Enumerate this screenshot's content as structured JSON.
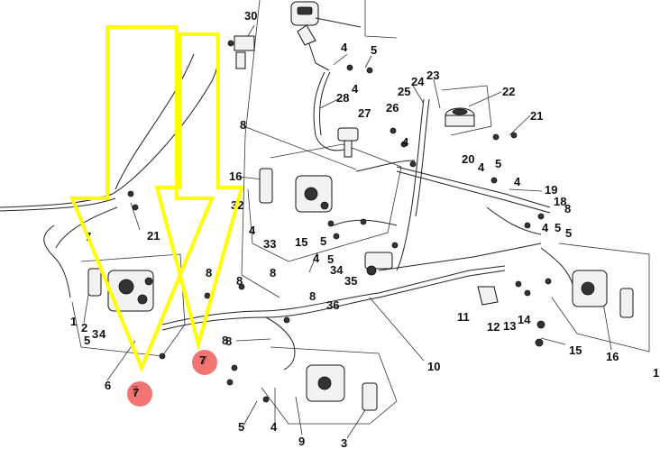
{
  "diagram": {
    "labels": [
      {
        "id": "l30",
        "text": "30"
      },
      {
        "id": "l4a",
        "text": "4"
      },
      {
        "id": "l5a",
        "text": "5"
      },
      {
        "id": "l4b",
        "text": "4"
      },
      {
        "id": "l28",
        "text": "28"
      },
      {
        "id": "l24",
        "text": "24"
      },
      {
        "id": "l23",
        "text": "23"
      },
      {
        "id": "l22",
        "text": "22"
      },
      {
        "id": "l25",
        "text": "25"
      },
      {
        "id": "l27",
        "text": "27"
      },
      {
        "id": "l26",
        "text": "26"
      },
      {
        "id": "l21a",
        "text": "21"
      },
      {
        "id": "l8a",
        "text": "8"
      },
      {
        "id": "l4c",
        "text": "4"
      },
      {
        "id": "l20",
        "text": "20"
      },
      {
        "id": "l4d",
        "text": "4"
      },
      {
        "id": "l5b",
        "text": "5"
      },
      {
        "id": "l16a",
        "text": "16"
      },
      {
        "id": "l4e",
        "text": "4"
      },
      {
        "id": "l19",
        "text": "19"
      },
      {
        "id": "l18",
        "text": "18"
      },
      {
        "id": "l8b",
        "text": "8"
      },
      {
        "id": "l21b",
        "text": "21"
      },
      {
        "id": "l32",
        "text": "32"
      },
      {
        "id": "l4f",
        "text": "4"
      },
      {
        "id": "l33",
        "text": "33"
      },
      {
        "id": "l15a",
        "text": "15"
      },
      {
        "id": "l5c",
        "text": "5"
      },
      {
        "id": "l4g",
        "text": "4"
      },
      {
        "id": "l5d",
        "text": "5"
      },
      {
        "id": "l5e",
        "text": "5"
      },
      {
        "id": "l4h",
        "text": "4"
      },
      {
        "id": "l7a",
        "text": "7"
      },
      {
        "id": "l5f",
        "text": "5"
      },
      {
        "id": "l34",
        "text": "34"
      },
      {
        "id": "l8c",
        "text": "8"
      },
      {
        "id": "l8d",
        "text": "8"
      },
      {
        "id": "l8e",
        "text": "8"
      },
      {
        "id": "l35",
        "text": "35"
      },
      {
        "id": "l36",
        "text": "36"
      },
      {
        "id": "l8f",
        "text": "8"
      },
      {
        "id": "l1a",
        "text": "1"
      },
      {
        "id": "l2",
        "text": "2"
      },
      {
        "id": "l3a",
        "text": "3"
      },
      {
        "id": "l4i",
        "text": "4"
      },
      {
        "id": "l5g",
        "text": "5"
      },
      {
        "id": "l8g",
        "text": "8"
      },
      {
        "id": "l11",
        "text": "11"
      },
      {
        "id": "l12",
        "text": "12"
      },
      {
        "id": "l13",
        "text": "13"
      },
      {
        "id": "l14",
        "text": "14"
      },
      {
        "id": "l6",
        "text": "6"
      },
      {
        "id": "l7b",
        "text": "7"
      },
      {
        "id": "l7c",
        "text": "7"
      },
      {
        "id": "l8h",
        "text": "8"
      },
      {
        "id": "l10",
        "text": "10"
      },
      {
        "id": "l15b",
        "text": "15"
      },
      {
        "id": "l16b",
        "text": "16"
      },
      {
        "id": "l1b",
        "text": "1"
      },
      {
        "id": "l5h",
        "text": "5"
      },
      {
        "id": "l4j",
        "text": "4"
      },
      {
        "id": "l9",
        "text": "9"
      },
      {
        "id": "l3b",
        "text": "3"
      }
    ],
    "annotation_colors": {
      "arrow": "#ffff00",
      "marker": "#ef5350"
    }
  }
}
